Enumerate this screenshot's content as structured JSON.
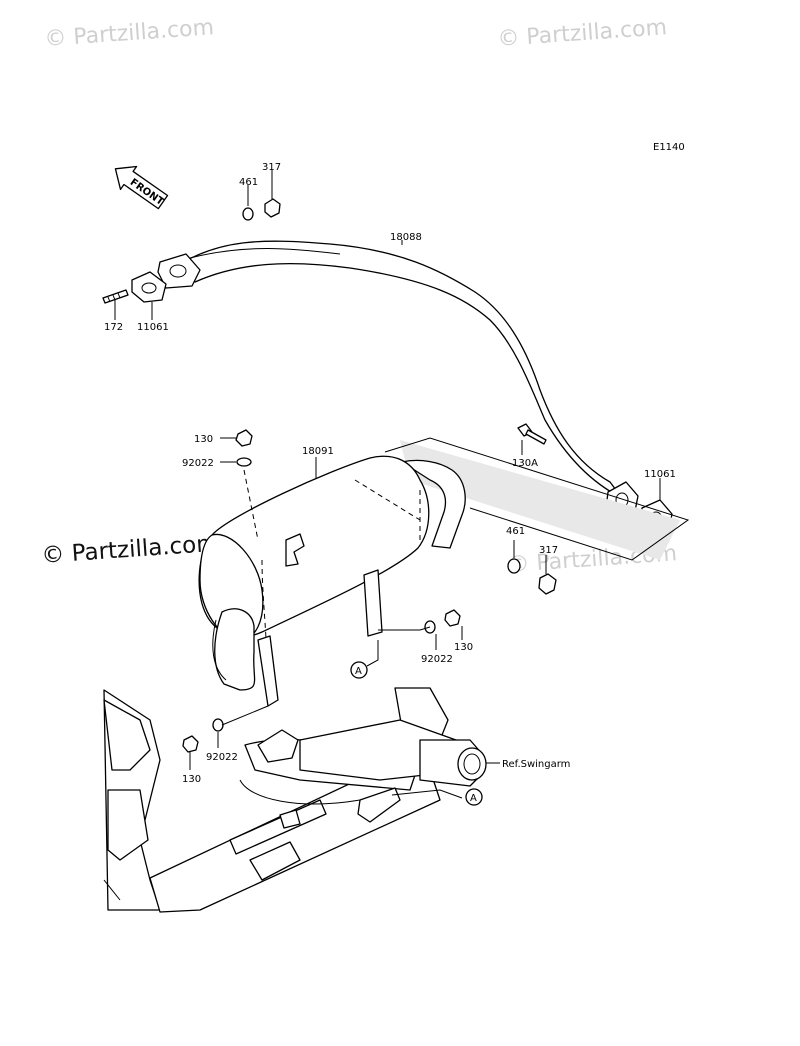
{
  "diagram_code": "E1140",
  "front_label": "FRONT",
  "watermark_text": "© Partzilla.com",
  "ref_label": "Ref.Swingarm",
  "marker_a": "A",
  "callouts": {
    "p317_top": "317",
    "p461_top": "461",
    "p18088": "18088",
    "p172": "172",
    "p11061_left": "11061",
    "p130_top": "130",
    "p92022_top": "92022",
    "p18091": "18091",
    "p130A": "130A",
    "p11061_right": "11061",
    "p461_right": "461",
    "p317_right": "317",
    "p130_right": "130",
    "p92022_right": "92022",
    "p92022_bottom": "92022",
    "p130_bottom": "130"
  }
}
